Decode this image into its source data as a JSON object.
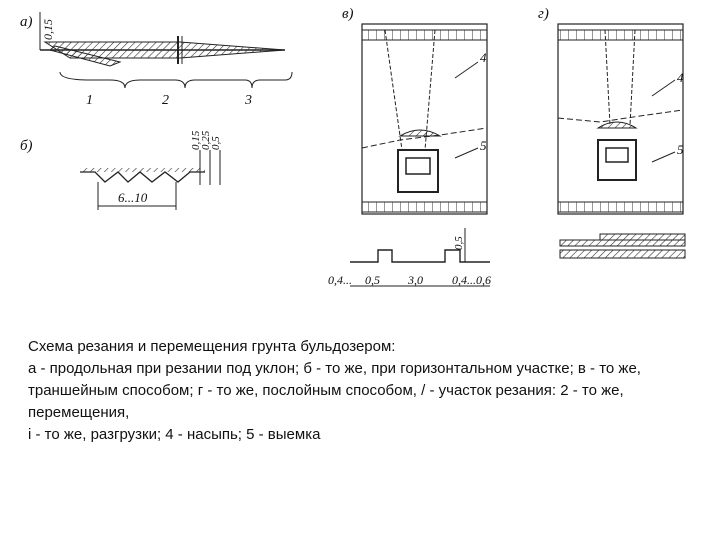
{
  "figure": {
    "panels": {
      "a": {
        "letter": "а)",
        "dim_top": "0,15",
        "zones": [
          "1",
          "2",
          "3"
        ]
      },
      "b": {
        "letter": "б)",
        "dims_right": [
          "0,15",
          "0,25",
          "0,5"
        ],
        "span": "6...10"
      },
      "v": {
        "letter": "в)",
        "callouts": [
          "4",
          "5"
        ],
        "dim_height": "0,5",
        "dims_bottom": [
          "0,4...",
          "0,5",
          "3,0",
          "0,4...0,6"
        ]
      },
      "g": {
        "letter": "г)",
        "callouts": [
          "4",
          "5"
        ]
      }
    }
  },
  "caption": {
    "lines": [
      "Схема резания и перемещения грунта бульдозером:",
      "а - продольная при резании под уклон; б - то же, при горизонтальном участке; в - то же,",
      "траншейным способом; г - то же, послойным способом, / - участок резания: 2 - то же, перемещения,",
      "i - то же, разгрузки; 4 - насыпь; 5 - выемка"
    ]
  },
  "colors": {
    "ink": "#1a1a1a",
    "hatch": "#333333",
    "background": "#ffffff"
  }
}
